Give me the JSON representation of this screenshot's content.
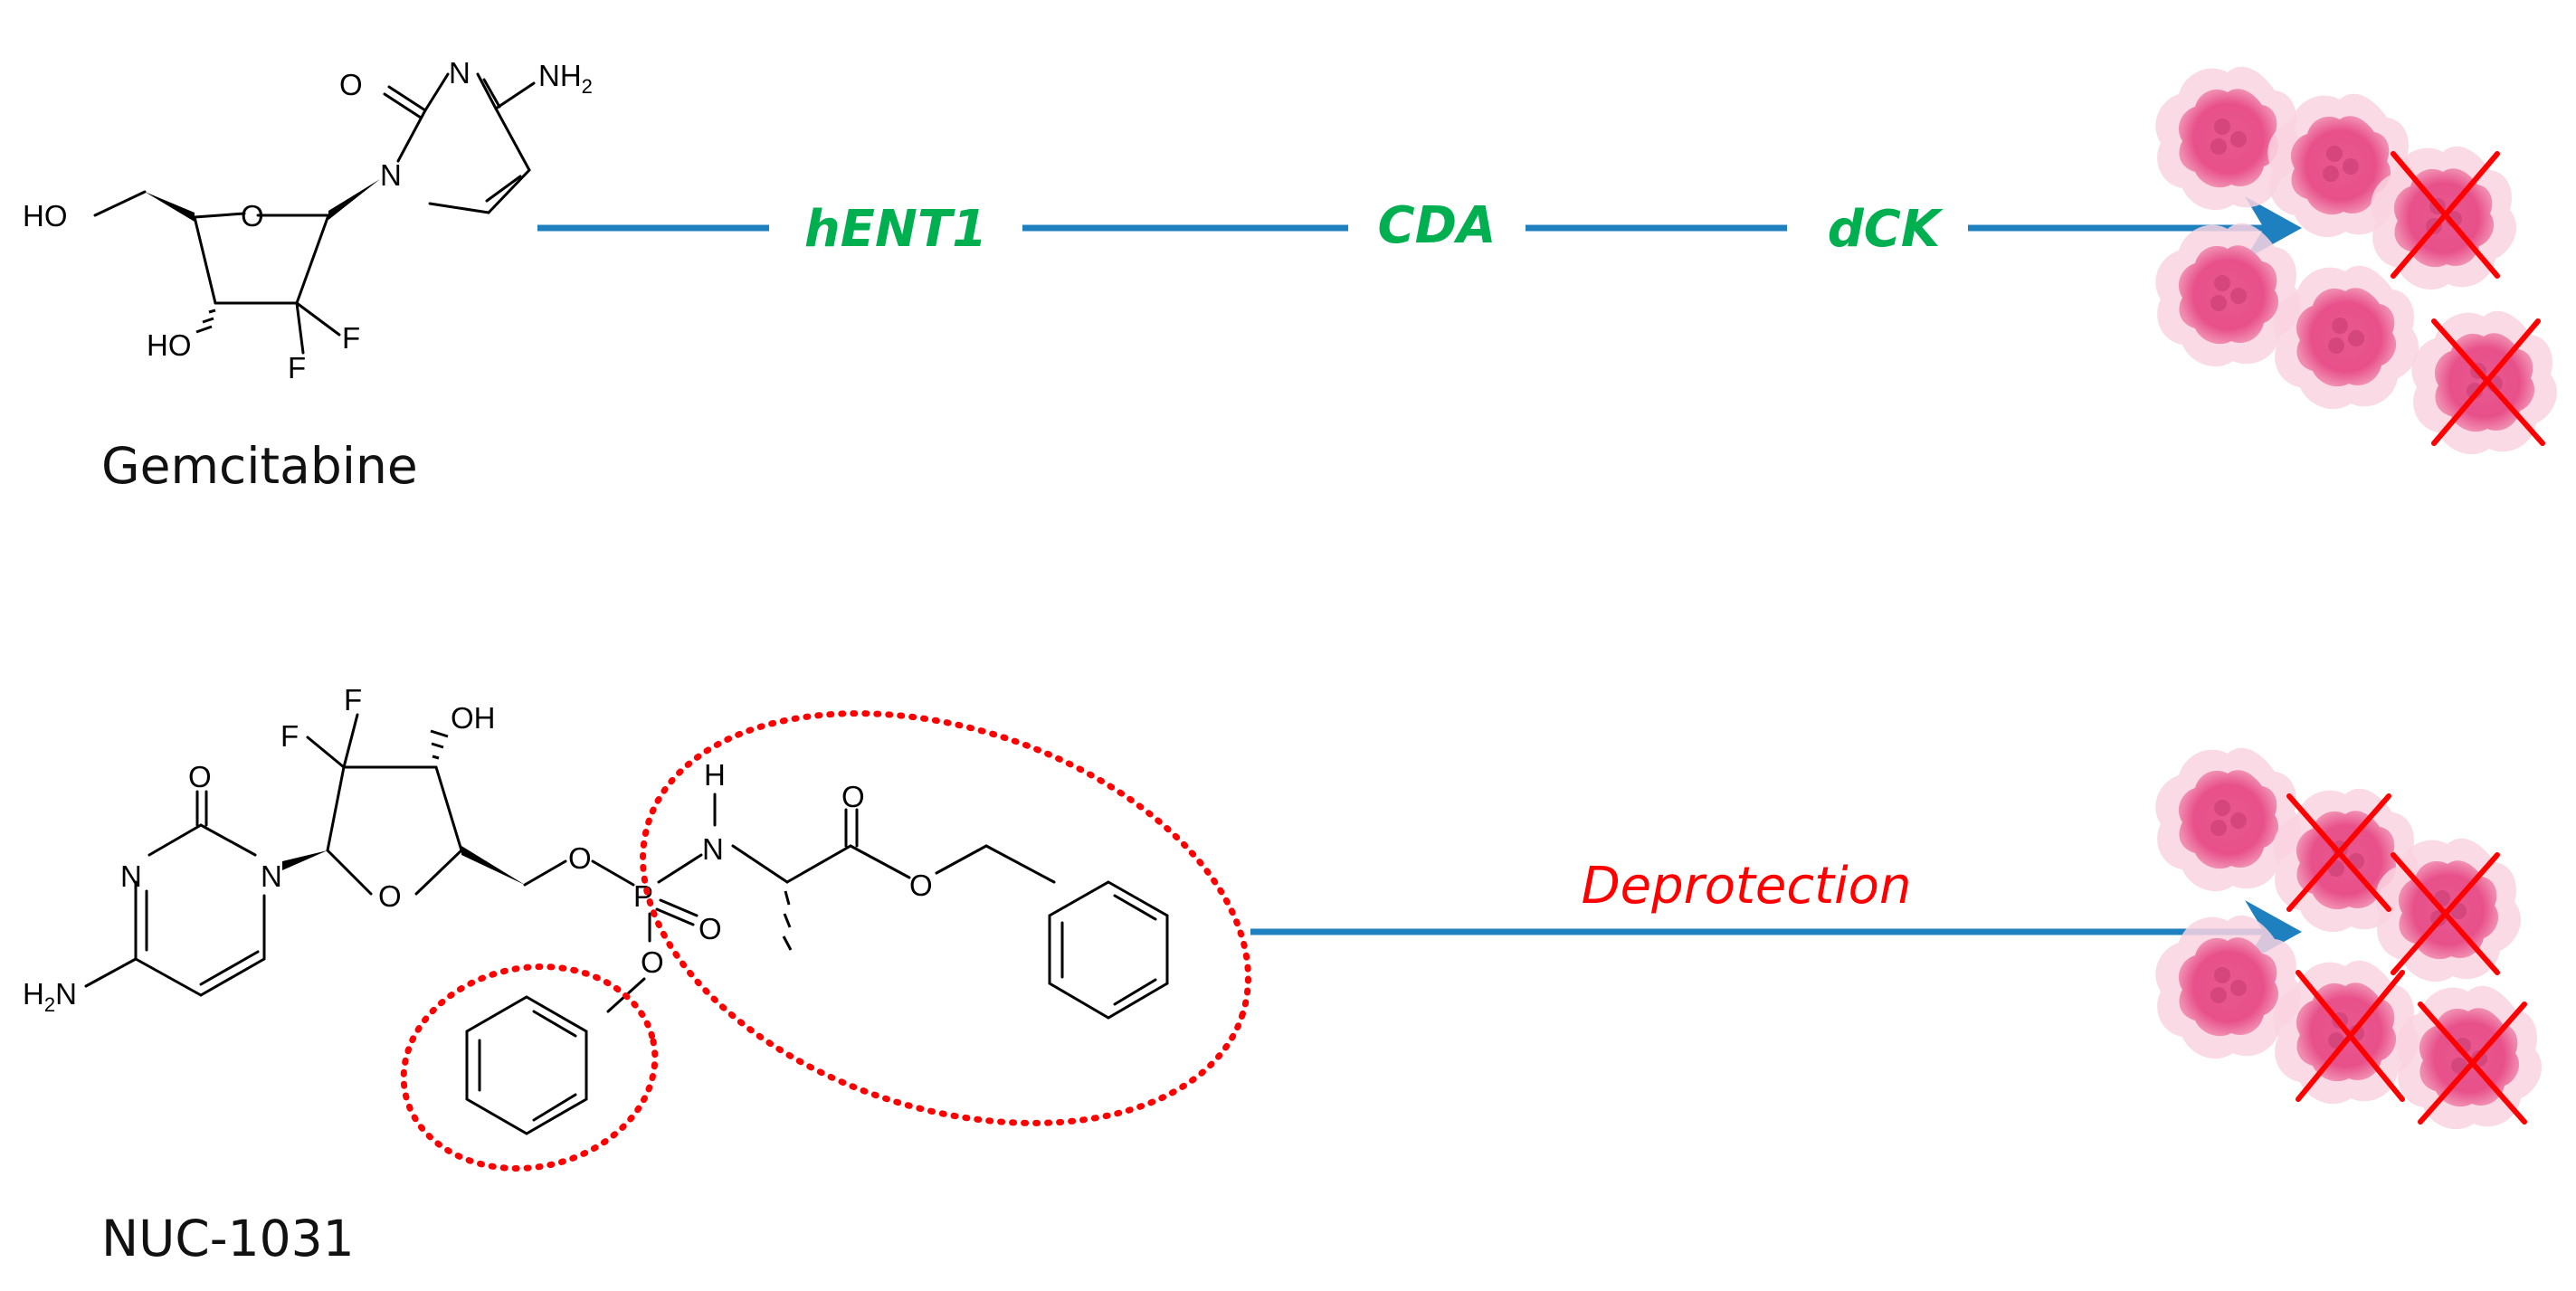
{
  "pathway_top": {
    "molecule_name": "Gemcitabine",
    "steps": [
      "hENT1",
      "CDA",
      "dCK"
    ],
    "step_color": "#00b050"
  },
  "pathway_bottom": {
    "molecule_name": "NUC-1031",
    "steps": [
      "Deprotection"
    ],
    "step_color": "#ff0000"
  },
  "atoms": {
    "oxo": "O",
    "ring_n": "N",
    "nh2": "NH",
    "sub2": "2",
    "h2": "H",
    "ho": "HO",
    "oh": "OH",
    "f": "F",
    "ring_o": "O",
    "p": "P",
    "h": "H",
    "ester_o": "O"
  },
  "colors": {
    "arrow": "#1f80c0",
    "guard_circle": "#ff0000",
    "cell": "#e8508a",
    "cell_halo": "#f7c6d8",
    "cross": "#ff0000"
  },
  "cells_top": [
    {
      "icon": "cancer-cell",
      "killed": false
    },
    {
      "icon": "cancer-cell",
      "killed": false
    },
    {
      "icon": "cancer-cell",
      "killed": true
    },
    {
      "icon": "cancer-cell",
      "killed": false
    },
    {
      "icon": "cancer-cell",
      "killed": false
    },
    {
      "icon": "cancer-cell",
      "killed": true
    }
  ],
  "cells_bottom": [
    {
      "icon": "cancer-cell",
      "killed": false
    },
    {
      "icon": "cancer-cell",
      "killed": true
    },
    {
      "icon": "cancer-cell",
      "killed": true
    },
    {
      "icon": "cancer-cell",
      "killed": false
    },
    {
      "icon": "cancer-cell",
      "killed": true
    },
    {
      "icon": "cancer-cell",
      "killed": true
    }
  ]
}
